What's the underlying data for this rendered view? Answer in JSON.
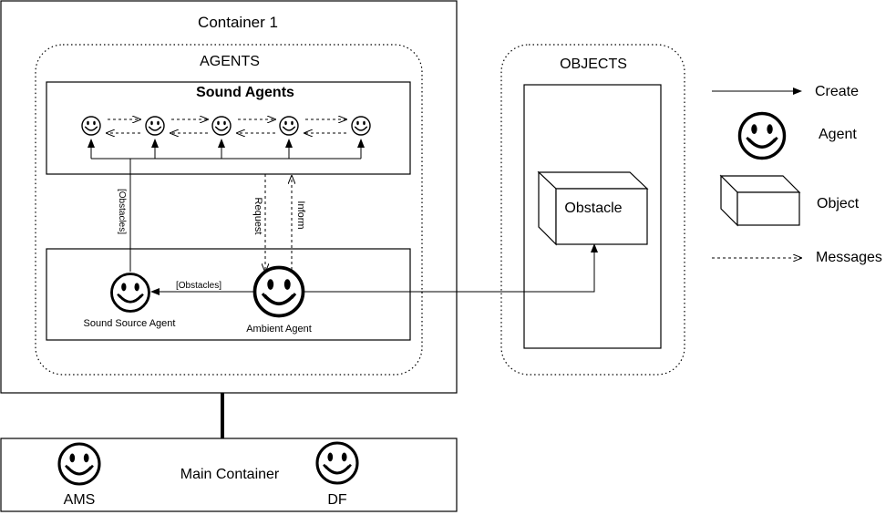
{
  "container1": {
    "title": "Container 1"
  },
  "agents_group": {
    "title": "AGENTS"
  },
  "sound_agents": {
    "title": "Sound Agents"
  },
  "objects_group": {
    "title": "OBJECTS"
  },
  "obstacle": {
    "label": "Obstacle"
  },
  "messages": {
    "obstacles_vertical": "[Obstacles]",
    "request": "Request",
    "inform": "Inform",
    "obstacles_horizontal": "[Obstacles]"
  },
  "agents": {
    "sound_source": "Sound Source Agent",
    "ambient": "Ambient Agent",
    "ams": "AMS",
    "df": "DF"
  },
  "main_container": {
    "title": "Main Container"
  },
  "legend": {
    "create": "Create",
    "agent": "Agent",
    "object": "Object",
    "messages": "Messages"
  },
  "icons": {
    "agent_icon": "smiley-face",
    "object_icon": "3d-box"
  }
}
